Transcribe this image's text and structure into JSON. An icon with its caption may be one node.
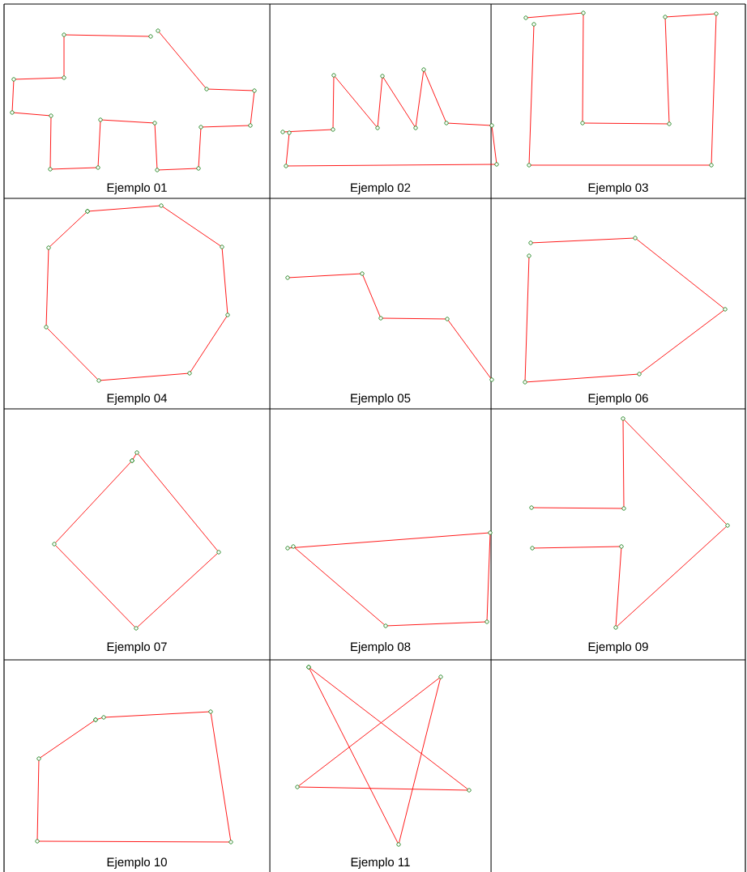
{
  "diagram": {
    "labels": [
      "Ejemplo 01",
      "Ejemplo 02",
      "Ejemplo 03",
      "Ejemplo 04",
      "Ejemplo 05",
      "Ejemplo 06",
      "Ejemplo 07",
      "Ejemplo 08",
      "Ejemplo 09",
      "Ejemplo 10",
      "Ejemplo 11"
    ]
  }
}
